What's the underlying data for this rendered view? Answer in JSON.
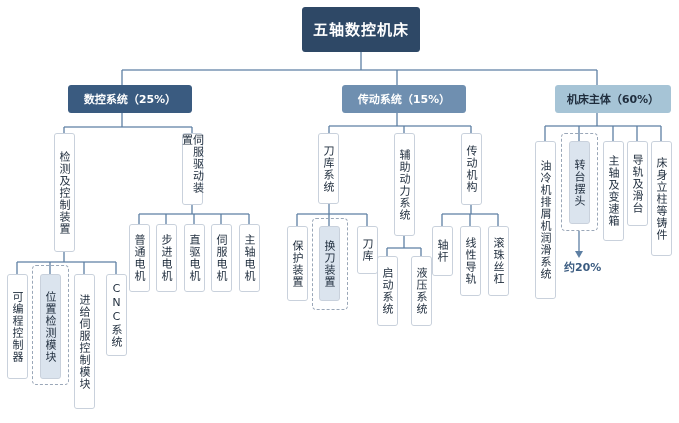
{
  "root": "五轴数控机床",
  "categories": {
    "control": "数控系统（25%）",
    "transmission": "传动系统（15%）",
    "body": "机床主体（60%）"
  },
  "control": {
    "detection": "检测及控制装置",
    "servo": "伺服驱动装置",
    "detection_children": [
      "可编程控制器",
      "位置检测模块",
      "进给伺服控制模块",
      "CNC系统"
    ],
    "servo_children": [
      "普通电机",
      "步进电机",
      "直驱电机",
      "伺服电机",
      "主轴电机"
    ]
  },
  "transmission": {
    "tool_magazine": "刀库系统",
    "auxiliary": "辅助动力系统",
    "transmission_mech": "传动机构",
    "tool_children": [
      "保护装置",
      "换刀装置",
      "刀库"
    ],
    "aux_children": [
      "启动系统",
      "液压系统"
    ],
    "mech_children": [
      "轴杆",
      "线性导轨",
      "滚珠丝杠"
    ]
  },
  "body": {
    "children": [
      "油冷机排屑机润滑系统",
      "转台摆头",
      "主轴及变速箱",
      "导轨及滑台",
      "床身立柱等铸件"
    ],
    "note": "约20%"
  }
}
